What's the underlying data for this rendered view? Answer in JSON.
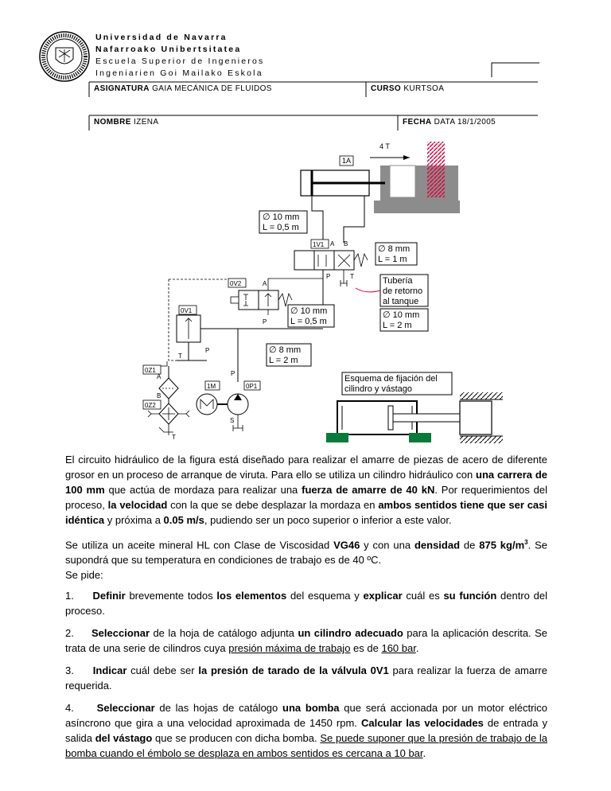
{
  "header": {
    "university_lines": [
      "Universidad de Navarra",
      "Nafarroako Unibertsitatea",
      "Escuela Superior de Ingenieros",
      "Ingeniarien Goi Mailako Eskola"
    ],
    "asignatura_label": "ASIGNATURA",
    "asignatura_value": "GAIA MECÁNICA DE FLUIDOS",
    "curso_label": "CURSO",
    "curso_value": "KURTSOA",
    "nombre_label": "NOMBRE",
    "nombre_value": "IZENA",
    "fecha_label": "FECHA",
    "fecha_value": "DATA 18/1/2005"
  },
  "diagram": {
    "force": "4 T",
    "cyl": "1A",
    "valve1": "1V1",
    "valve2": "0V2",
    "valve3": "0V1",
    "pump": "0P1",
    "motor": "1M",
    "filter1": "0Z1",
    "filter2": "0Z2",
    "port_A": "A",
    "port_B": "B",
    "port_P": "P",
    "port_T": "T",
    "port_S": "S",
    "pipe1": [
      "∅ 10 mm",
      "L = 0,5 m"
    ],
    "pipe2": [
      "∅ 8 mm",
      "L = 1 m"
    ],
    "pipe3": [
      "∅ 10 mm",
      "L = 0,5 m"
    ],
    "pipe4": [
      "Tubería",
      "de retorno",
      "al tanque"
    ],
    "pipe5": [
      "∅ 10 mm",
      "L = 2 m"
    ],
    "pipe6": [
      "∅ 8 mm",
      "L = 2 m"
    ],
    "scheme": [
      "Esquema de fijación del",
      "cilindro y vástago"
    ]
  },
  "text": {
    "p1a": "El circuito hidráulico de la figura está diseñado para realizar el amarre de piezas de acero de diferente grosor en un proceso de arranque de viruta. Para ello se utiliza un cilindro hidráulico con ",
    "p1b": "una carrera de 100 mm",
    "p1c": " que actúa de mordaza para realizar una ",
    "p1d": "fuerza de amarre de 40 kN",
    "p1e": ". Por requerimientos del proceso, ",
    "p1f": "la velocidad",
    "p1g": " con la que se debe desplazar la mordaza en ",
    "p1h": "ambos sentidos tiene que ser casi idéntica",
    "p1i": " y próxima a ",
    "p1j": "0.05 m/s",
    "p1k": ", pudiendo ser un poco superior o inferior a este valor.",
    "p2a": "Se utiliza un aceite mineral HL con Clase de Viscosidad ",
    "p2b": "VG46",
    "p2c": " y con una ",
    "p2d": "densidad",
    "p2e": " de ",
    "p2f": "875 kg/m",
    "p2g": "3",
    "p2h": ". Se supondrá que su temperatura en condiciones de trabajo es de 40 ºC.",
    "p3": "Se pide:",
    "q1n": "1.",
    "q1a": "Definir",
    "q1b": " brevemente todos ",
    "q1c": "los elementos",
    "q1d": " del esquema y ",
    "q1e": "explicar",
    "q1f": " cuál es ",
    "q1g": "su función",
    "q1h": " dentro del proceso.",
    "q2n": "2.",
    "q2a": "Seleccionar",
    "q2b": " de la hoja de catálogo adjunta ",
    "q2c": "un cilindro adecuado",
    "q2d": " para la aplicación descrita. Se trata de una serie de cilindros cuya ",
    "q2e": "presión máxima de trabajo",
    "q2f": " es de ",
    "q2g": "160 bar",
    "q2h": ".",
    "q3n": "3.",
    "q3a": "Indicar",
    "q3b": " cuál debe ser ",
    "q3c": "la presión de tarado de la válvula 0V1",
    "q3d": " para realizar la fuerza de amarre requerida.",
    "q4n": "4.",
    "q4a": "Seleccionar",
    "q4b": " de las hojas de catálogo ",
    "q4c": "una bomba",
    "q4d": " que será accionada por un motor eléctrico asíncrono que gira a una velocidad aproximada de 1450 rpm. ",
    "q4e": "Calcular las velocidades",
    "q4f": " de entrada y salida ",
    "q4g": "del vástago",
    "q4h": " que se producen con dicha bomba. ",
    "q4i": "Se puede suponer que la presión de trabajo de la bomba cuando el émbolo se desplaza en ambos sentidos es cercana a 10 bar",
    "q4j": "."
  }
}
